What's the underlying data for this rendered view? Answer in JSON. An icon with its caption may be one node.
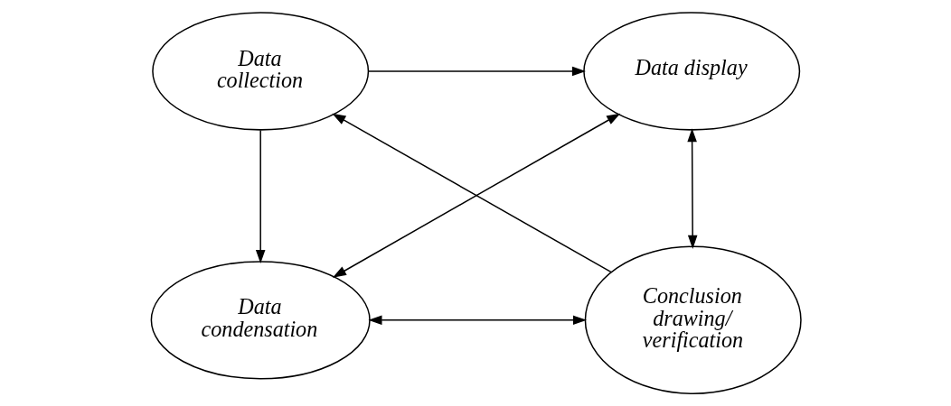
{
  "diagram": {
    "nodes": [
      {
        "text": [
          "Data collection"
        ]
      },
      {
        "text": [
          "Data display"
        ]
      },
      {
        "text": [
          "Data condensation"
        ]
      },
      {
        "text": [
          "Conclusion drawing/ verification"
        ]
      }
    ],
    "edges": [
      {
        "from": 0,
        "to": 1,
        "arrow": "to"
      },
      {
        "from": 0,
        "to": 2,
        "arrow": "to"
      },
      {
        "from": 3,
        "to": 0,
        "arrow": "to"
      },
      {
        "from": 2,
        "to": 1,
        "arrow": "both"
      },
      {
        "from": 1,
        "to": 3,
        "arrow": "both"
      },
      {
        "from": 2,
        "to": 3,
        "arrow": "both"
      }
    ]
  }
}
